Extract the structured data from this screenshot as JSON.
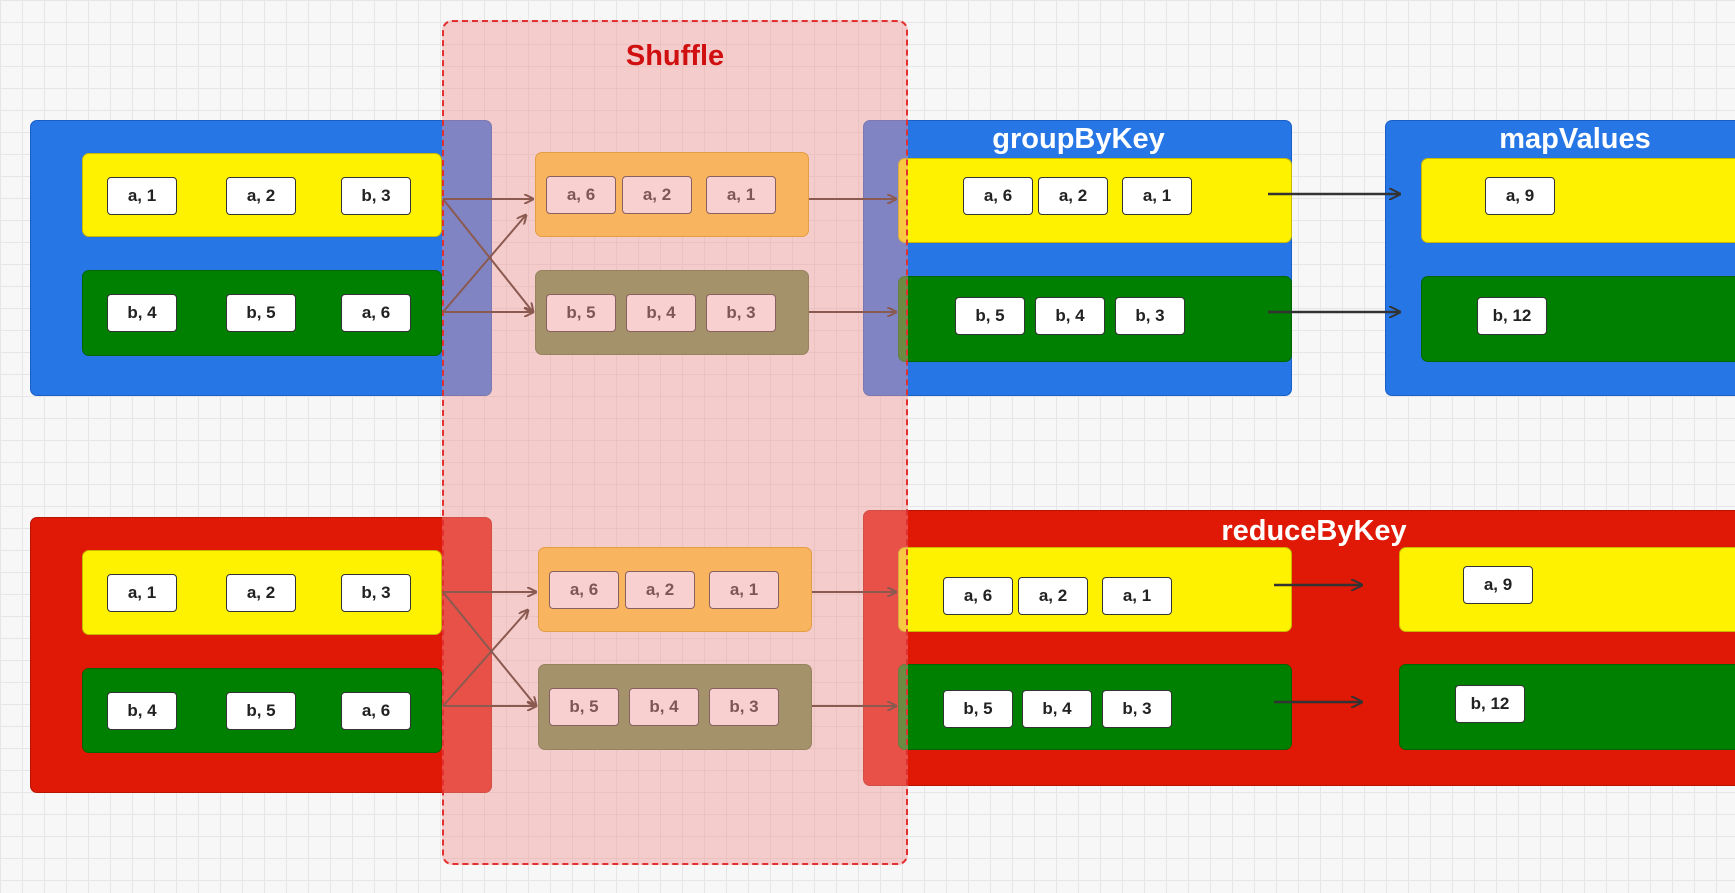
{
  "shuffle": {
    "title": "Shuffle"
  },
  "group_by_key": {
    "title": "groupByKey"
  },
  "map_values": {
    "title": "mapValues"
  },
  "reduce_by_key": {
    "title": "reduceByKey"
  },
  "top": {
    "input": {
      "yellow": [
        "a, 1",
        "a, 2",
        "b, 3"
      ],
      "green": [
        "b, 4",
        "b, 5",
        "a, 6"
      ]
    },
    "shuffle": {
      "yellow": [
        "a, 6",
        "a, 2",
        "a, 1"
      ],
      "green": [
        "b, 5",
        "b, 4",
        "b, 3"
      ]
    },
    "grouped": {
      "yellow": [
        "a, 6",
        "a, 2",
        "a, 1"
      ],
      "green": [
        "b, 5",
        "b, 4",
        "b, 3"
      ]
    },
    "mapped": {
      "yellow": "a, 9",
      "green": "b, 12"
    }
  },
  "bottom": {
    "input": {
      "yellow": [
        "a, 1",
        "a, 2",
        "b, 3"
      ],
      "green": [
        "b, 4",
        "b, 5",
        "a, 6"
      ]
    },
    "shuffle": {
      "yellow": [
        "a, 6",
        "a, 2",
        "a, 1"
      ],
      "green": [
        "b, 5",
        "b, 4",
        "b, 3"
      ]
    },
    "reduced_parts": {
      "yellow": [
        "a, 6",
        "a, 2",
        "a, 1"
      ],
      "green": [
        "b, 5",
        "b, 4",
        "b, 3"
      ]
    },
    "result": {
      "yellow": "a, 9",
      "green": "b, 12"
    }
  },
  "colors": {
    "blue_stage": "#2676e6",
    "red_stage": "#e01806",
    "yellow_partition": "#fff200",
    "green_partition": "#008000",
    "shuffle_zone": "#f29696",
    "shuffle_title": "#d01010"
  }
}
